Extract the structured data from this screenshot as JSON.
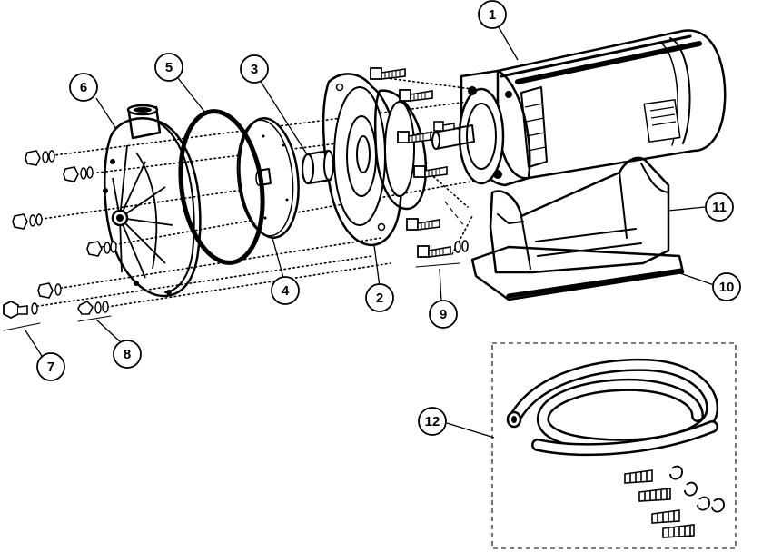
{
  "figure": {
    "callouts": [
      {
        "id": "callout-1",
        "label": "1"
      },
      {
        "id": "callout-2",
        "label": "2"
      },
      {
        "id": "callout-3",
        "label": "3"
      },
      {
        "id": "callout-4",
        "label": "4"
      },
      {
        "id": "callout-5",
        "label": "5"
      },
      {
        "id": "callout-6",
        "label": "6"
      },
      {
        "id": "callout-7",
        "label": "7"
      },
      {
        "id": "callout-8",
        "label": "8"
      },
      {
        "id": "callout-9",
        "label": "9"
      },
      {
        "id": "callout-10",
        "label": "10"
      },
      {
        "id": "callout-11",
        "label": "11"
      },
      {
        "id": "callout-12",
        "label": "12"
      }
    ]
  }
}
